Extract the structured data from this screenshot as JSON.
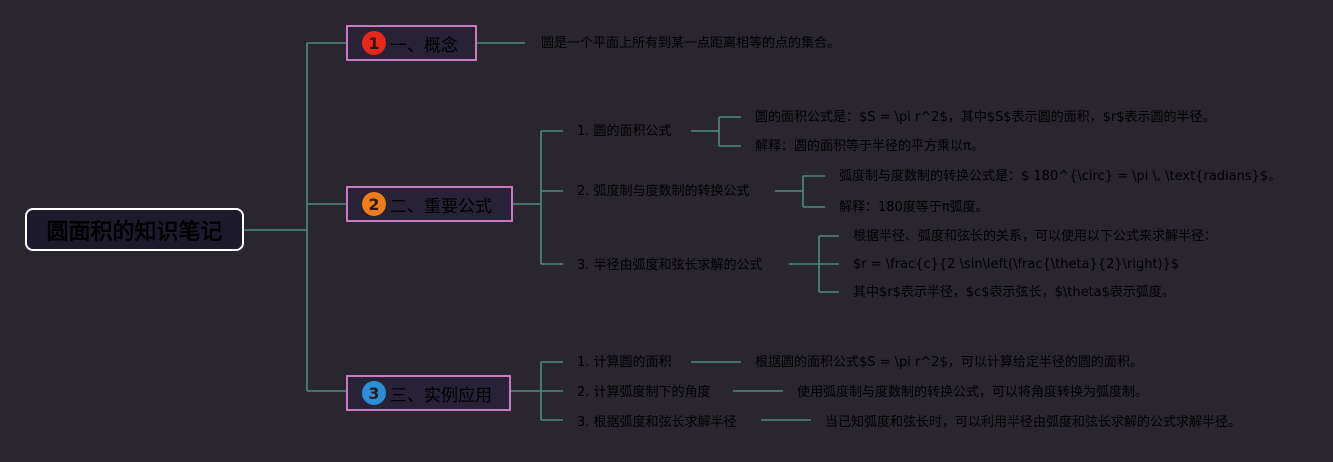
{
  "root": {
    "title": "圆面积的知识笔记"
  },
  "branches": [
    {
      "number": "1",
      "label": "一、概念",
      "badge_color": "#e8261a",
      "note": "圆是一个平面上所有到某一点距离相等的点的集合。"
    },
    {
      "number": "2",
      "label": "二、重要公式",
      "badge_color": "#ee7d16",
      "children": [
        {
          "label": "1. 圆的面积公式",
          "details": [
            "圆的面积公式是：$S = \\pi r^2$，其中$S$表示圆的面积，$r$表示圆的半径。",
            "解释：圆的面积等于半径的平方乘以π。"
          ]
        },
        {
          "label": "2. 弧度制与度数制的转换公式",
          "details": [
            "弧度制与度数制的转换公式是：$ 180^{\\circ} = \\pi \\, \\text{radians}$。",
            "解释：180度等于π弧度。"
          ]
        },
        {
          "label": "3. 半径由弧度和弦长求解的公式",
          "details": [
            "根据半径、弧度和弦长的关系，可以使用以下公式来求解半径：",
            "$r = \\frac{c}{2 \\sin\\left(\\frac{\\theta}{2}\\right)}$",
            "其中$r$表示半径，$c$表示弦长，$\\theta$表示弧度。"
          ]
        }
      ]
    },
    {
      "number": "3",
      "label": "三、实例应用",
      "badge_color": "#2a8fd8",
      "children": [
        {
          "label": "1. 计算圆的面积",
          "details": [
            "根据圆的面积公式$S = \\pi r^2$，可以计算给定半径的圆的面积。"
          ]
        },
        {
          "label": "2. 计算弧度制下的角度",
          "details": [
            "使用弧度制与度数制的转换公式，可以将角度转换为弧度制。"
          ]
        },
        {
          "label": "3. 根据弧度和弦长求解半径",
          "details": [
            "当已知弧度和弦长时，可以利用半径由弧度和弦长求解的公式求解半径。"
          ]
        }
      ]
    }
  ],
  "colors": {
    "background": "#2a2630",
    "connector": "#4e8a80",
    "branch_border": "#c87cc0",
    "root_border": "#ffffff"
  }
}
